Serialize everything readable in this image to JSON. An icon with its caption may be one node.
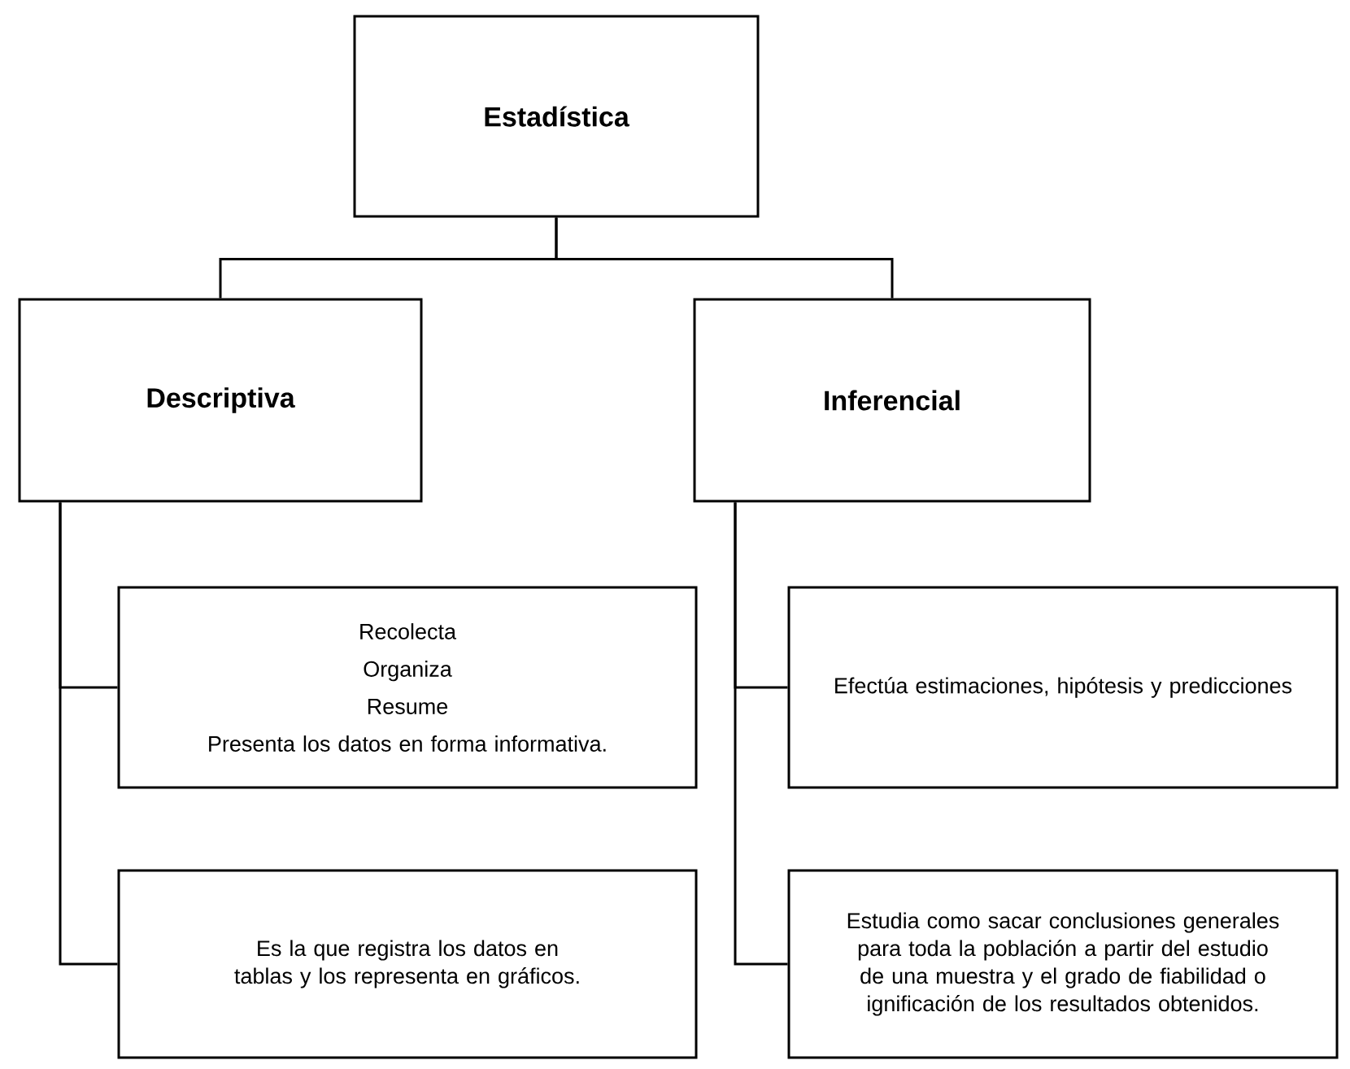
{
  "diagram": {
    "nodes": [
      {
        "text": [
          "Estadística"
        ]
      },
      {
        "text": [
          "Descriptiva"
        ]
      },
      {
        "text": [
          "Inferencial"
        ]
      },
      {
        "text": [
          "Recolecta",
          "Organiza",
          "Resume",
          "Presenta los datos en forma informativa."
        ]
      },
      {
        "text": [
          "Es la que registra los datos en tablas y los representa en gráficos."
        ]
      },
      {
        "text": [
          "Efectúa estimaciones, hipótesis y predicciones"
        ]
      },
      {
        "text": [
          "Estudia como sacar conclusiones generales para toda la población a partir del estudio de una muestra y el grado de fiabilidad o ignificación de los resultados obtenidos."
        ]
      }
    ],
    "edges": [
      {
        "from": 0,
        "to": 1,
        "arrow": "none"
      },
      {
        "from": 0,
        "to": 2,
        "arrow": "none"
      },
      {
        "from": 1,
        "to": 3,
        "arrow": "none"
      },
      {
        "from": 1,
        "to": 4,
        "arrow": "none"
      },
      {
        "from": 2,
        "to": 5,
        "arrow": "none"
      },
      {
        "from": 2,
        "to": 6,
        "arrow": "none"
      }
    ]
  }
}
